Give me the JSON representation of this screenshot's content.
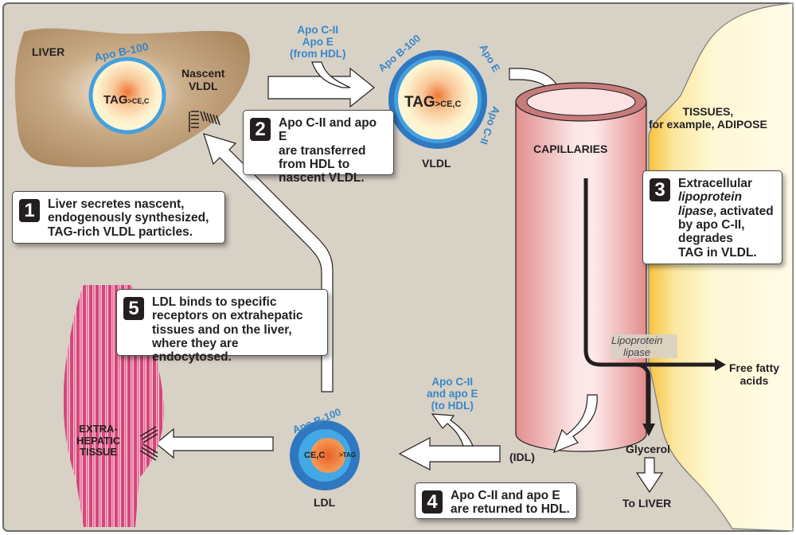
{
  "labels": {
    "liver": "LIVER",
    "nascent_vldl_line1": "Nascent",
    "nascent_vldl_line2": "VLDL",
    "apo_b100": "Apo B-100",
    "tag_main": "TAG",
    "tag_sub": ">CE,C",
    "apo_transfer_line1": "Apo C-II",
    "apo_transfer_line2": "Apo E",
    "apo_transfer_line3": "(from HDL)",
    "vldl": "VLDL",
    "apo_e": "Apo E",
    "apo_cii": "Apo C-II",
    "capillaries": "CAPILLARIES",
    "tissues_line1": "TISSUES,",
    "tissues_line2": "for example, ADIPOSE",
    "lipoprotein_lipase_line1": "Lipoprotein",
    "lipoprotein_lipase_line2": "lipase",
    "free_fatty_acids_line1": "Free fatty",
    "free_fatty_acids_line2": "acids",
    "glycerol": "Glycerol",
    "to_liver": "To LIVER",
    "idl": "(IDL)",
    "apo_return_line1": "Apo C-II",
    "apo_return_line2": "and apo E",
    "apo_return_line3": "(to HDL)",
    "ldl": "LDL",
    "ldl_ce": "CE,C",
    "ldl_tag": ">TAG",
    "extra_line1": "EXTRA-",
    "extra_line2": "HEPATIC",
    "extra_line3": "TISSUE"
  },
  "steps": [
    {
      "number": "1",
      "lines": [
        "Liver secretes nascent,",
        "endogenously synthesized,",
        "TAG-rich VLDL particles."
      ]
    },
    {
      "number": "2",
      "lines": [
        "Apo C-II and apo E",
        "are transferred",
        "from HDL to",
        "nascent VLDL."
      ]
    },
    {
      "number": "3",
      "line1": "Extracellular",
      "line2_italic": "lipoprotein",
      "line3_italic": "lipase",
      "line3_rest": ", activated",
      "line4": "by apo C-II,",
      "line5": "degrades",
      "line6": "TAG in VLDL."
    },
    {
      "number": "4",
      "lines": [
        "Apo C-II and apo E",
        "are returned to HDL."
      ]
    },
    {
      "number": "5",
      "lines": [
        "LDL binds to specific",
        "receptors on extrahepatic",
        "tissues and on the liver,",
        "where they are endocytosed."
      ]
    }
  ],
  "colors": {
    "background": "#d8d1c6",
    "liver": "#b08f6a",
    "apo_blue": "#3a86c8",
    "capillary": "#e8a0a0",
    "adipose": "#fbe9a8",
    "muscle": "#d6457a"
  }
}
